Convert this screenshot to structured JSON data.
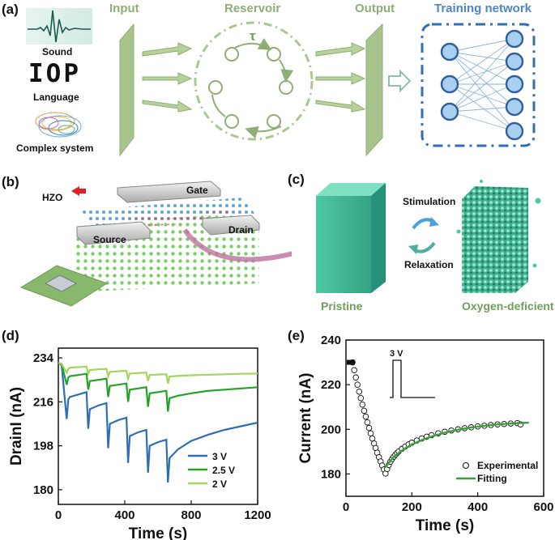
{
  "panel_a": {
    "label": "(a)",
    "inputs": [
      "Sound",
      "Language",
      "Complex system"
    ],
    "language_glyph": "IOP",
    "headers": {
      "input": "Input",
      "reservoir": "Reservoir",
      "output": "Output",
      "training": "Training network"
    },
    "tau": "τ",
    "colors": {
      "green": "#8fae73",
      "blue": "#2f6fb5",
      "node_fill": "#a9d0ef"
    }
  },
  "panel_b": {
    "label": "(b)",
    "hzo": "HZO",
    "gate": "Gate",
    "source": "Source",
    "drain": "Drain"
  },
  "panel_c": {
    "label": "(c)",
    "stimulation": "Stimulation",
    "relaxation": "Relaxation",
    "pristine": "Pristine",
    "oxygen_deficient": "Oxygen-deficient"
  },
  "panel_d": {
    "label": "(d)"
  },
  "panel_e": {
    "label": "(e)"
  },
  "chart_data": [
    {
      "type": "line",
      "xlabel": "Time (s)",
      "ylabel": "DrainI (nA)",
      "xlim": [
        0,
        1200
      ],
      "ylim": [
        174,
        238
      ],
      "xticks": [
        0,
        400,
        800,
        1200
      ],
      "yticks": [
        180,
        198,
        216,
        234
      ],
      "legend_position": "lower-right",
      "series": [
        {
          "name": "3 V",
          "color": "#2e6fb3",
          "x": [
            0,
            20,
            50,
            60,
            70,
            120,
            170,
            180,
            190,
            240,
            290,
            300,
            310,
            360,
            410,
            420,
            430,
            480,
            530,
            540,
            550,
            600,
            650,
            660,
            670,
            720,
            800,
            900,
            1000,
            1100,
            1200
          ],
          "y": [
            232,
            231,
            209,
            217,
            218,
            219,
            220,
            205,
            213,
            214.5,
            215.5,
            197,
            207,
            208.5,
            209.5,
            191,
            202,
            203.5,
            204.5,
            187,
            198,
            199.5,
            200.5,
            183,
            193,
            196.5,
            200,
            202.5,
            204.5,
            206,
            207.5
          ]
        },
        {
          "name": "2.5 V",
          "color": "#23a323",
          "x": [
            0,
            20,
            50,
            60,
            70,
            120,
            170,
            180,
            190,
            240,
            290,
            300,
            310,
            360,
            410,
            420,
            430,
            480,
            530,
            540,
            550,
            600,
            650,
            660,
            670,
            720,
            800,
            900,
            1000,
            1100,
            1200
          ],
          "y": [
            232,
            231.5,
            223,
            226,
            226.5,
            227,
            227.5,
            221,
            224.5,
            225,
            225.5,
            218,
            222.5,
            223,
            223.5,
            216,
            221,
            221.5,
            222,
            214,
            219.5,
            220,
            220.5,
            212,
            217.5,
            218.5,
            219.5,
            220.5,
            221,
            221.5,
            222
          ]
        },
        {
          "name": "2 V",
          "color": "#a4d65e",
          "x": [
            0,
            20,
            50,
            60,
            70,
            120,
            170,
            180,
            190,
            240,
            290,
            300,
            310,
            360,
            410,
            420,
            430,
            480,
            530,
            540,
            550,
            600,
            650,
            660,
            670,
            720,
            800,
            900,
            1000,
            1100,
            1200
          ],
          "y": [
            232,
            231.5,
            228,
            229.5,
            230,
            230.2,
            230.4,
            227.5,
            229,
            229.3,
            229.5,
            226.5,
            228.3,
            228.5,
            228.7,
            225.5,
            227.6,
            227.8,
            228,
            224.5,
            227,
            227.2,
            227.3,
            223.5,
            226.4,
            226.6,
            226.9,
            227.1,
            227.3,
            227.5,
            227.6
          ]
        }
      ]
    },
    {
      "type": "scatter",
      "xlabel": "Time (s)",
      "ylabel": "Current (nA)",
      "xlim": [
        0,
        600
      ],
      "ylim": [
        170,
        240
      ],
      "xticks": [
        0,
        200,
        400,
        600
      ],
      "yticks": [
        180,
        200,
        220,
        240
      ],
      "inset_label": "3 V",
      "legend_position": "lower-right",
      "series": [
        {
          "name": "Experimental",
          "marker": "open-circle",
          "color": "#111111",
          "x": [
            20,
            25,
            30,
            35,
            40,
            45,
            50,
            55,
            60,
            65,
            70,
            75,
            80,
            85,
            90,
            95,
            100,
            105,
            110,
            115,
            120,
            125,
            130,
            135,
            140,
            145,
            150,
            155,
            160,
            170,
            180,
            190,
            200,
            215,
            230,
            245,
            260,
            280,
            300,
            320,
            340,
            360,
            380,
            400,
            420,
            440,
            460,
            480,
            500,
            520,
            530
          ],
          "y": [
            230,
            226.5,
            223.2,
            220,
            216.9,
            214,
            211.1,
            208.3,
            205.7,
            203.1,
            200.6,
            198.2,
            195.9,
            193.7,
            191.6,
            189.5,
            187.5,
            185.6,
            183.8,
            182,
            180.2,
            182.2,
            184,
            185.5,
            186.7,
            187.7,
            188.6,
            189.4,
            190.1,
            191.3,
            192.3,
            193.2,
            194,
            195,
            195.9,
            196.7,
            197.4,
            198.2,
            198.9,
            199.5,
            200,
            200.5,
            200.9,
            201.3,
            201.6,
            201.9,
            202.2,
            202.4,
            202.6,
            202.8,
            202.2
          ]
        },
        {
          "name": "Fitting",
          "marker": "line",
          "color": "#3ca03c",
          "x": [
            120,
            130,
            140,
            150,
            160,
            180,
            200,
            230,
            260,
            300,
            340,
            380,
            420,
            460,
            500,
            540,
            555
          ],
          "y": [
            183,
            185,
            186.8,
            188.2,
            189.4,
            191.5,
            193.2,
            195.2,
            196.8,
            198.5,
            199.8,
            200.8,
            201.6,
            202.2,
            202.6,
            202.9,
            203
          ]
        }
      ]
    }
  ]
}
